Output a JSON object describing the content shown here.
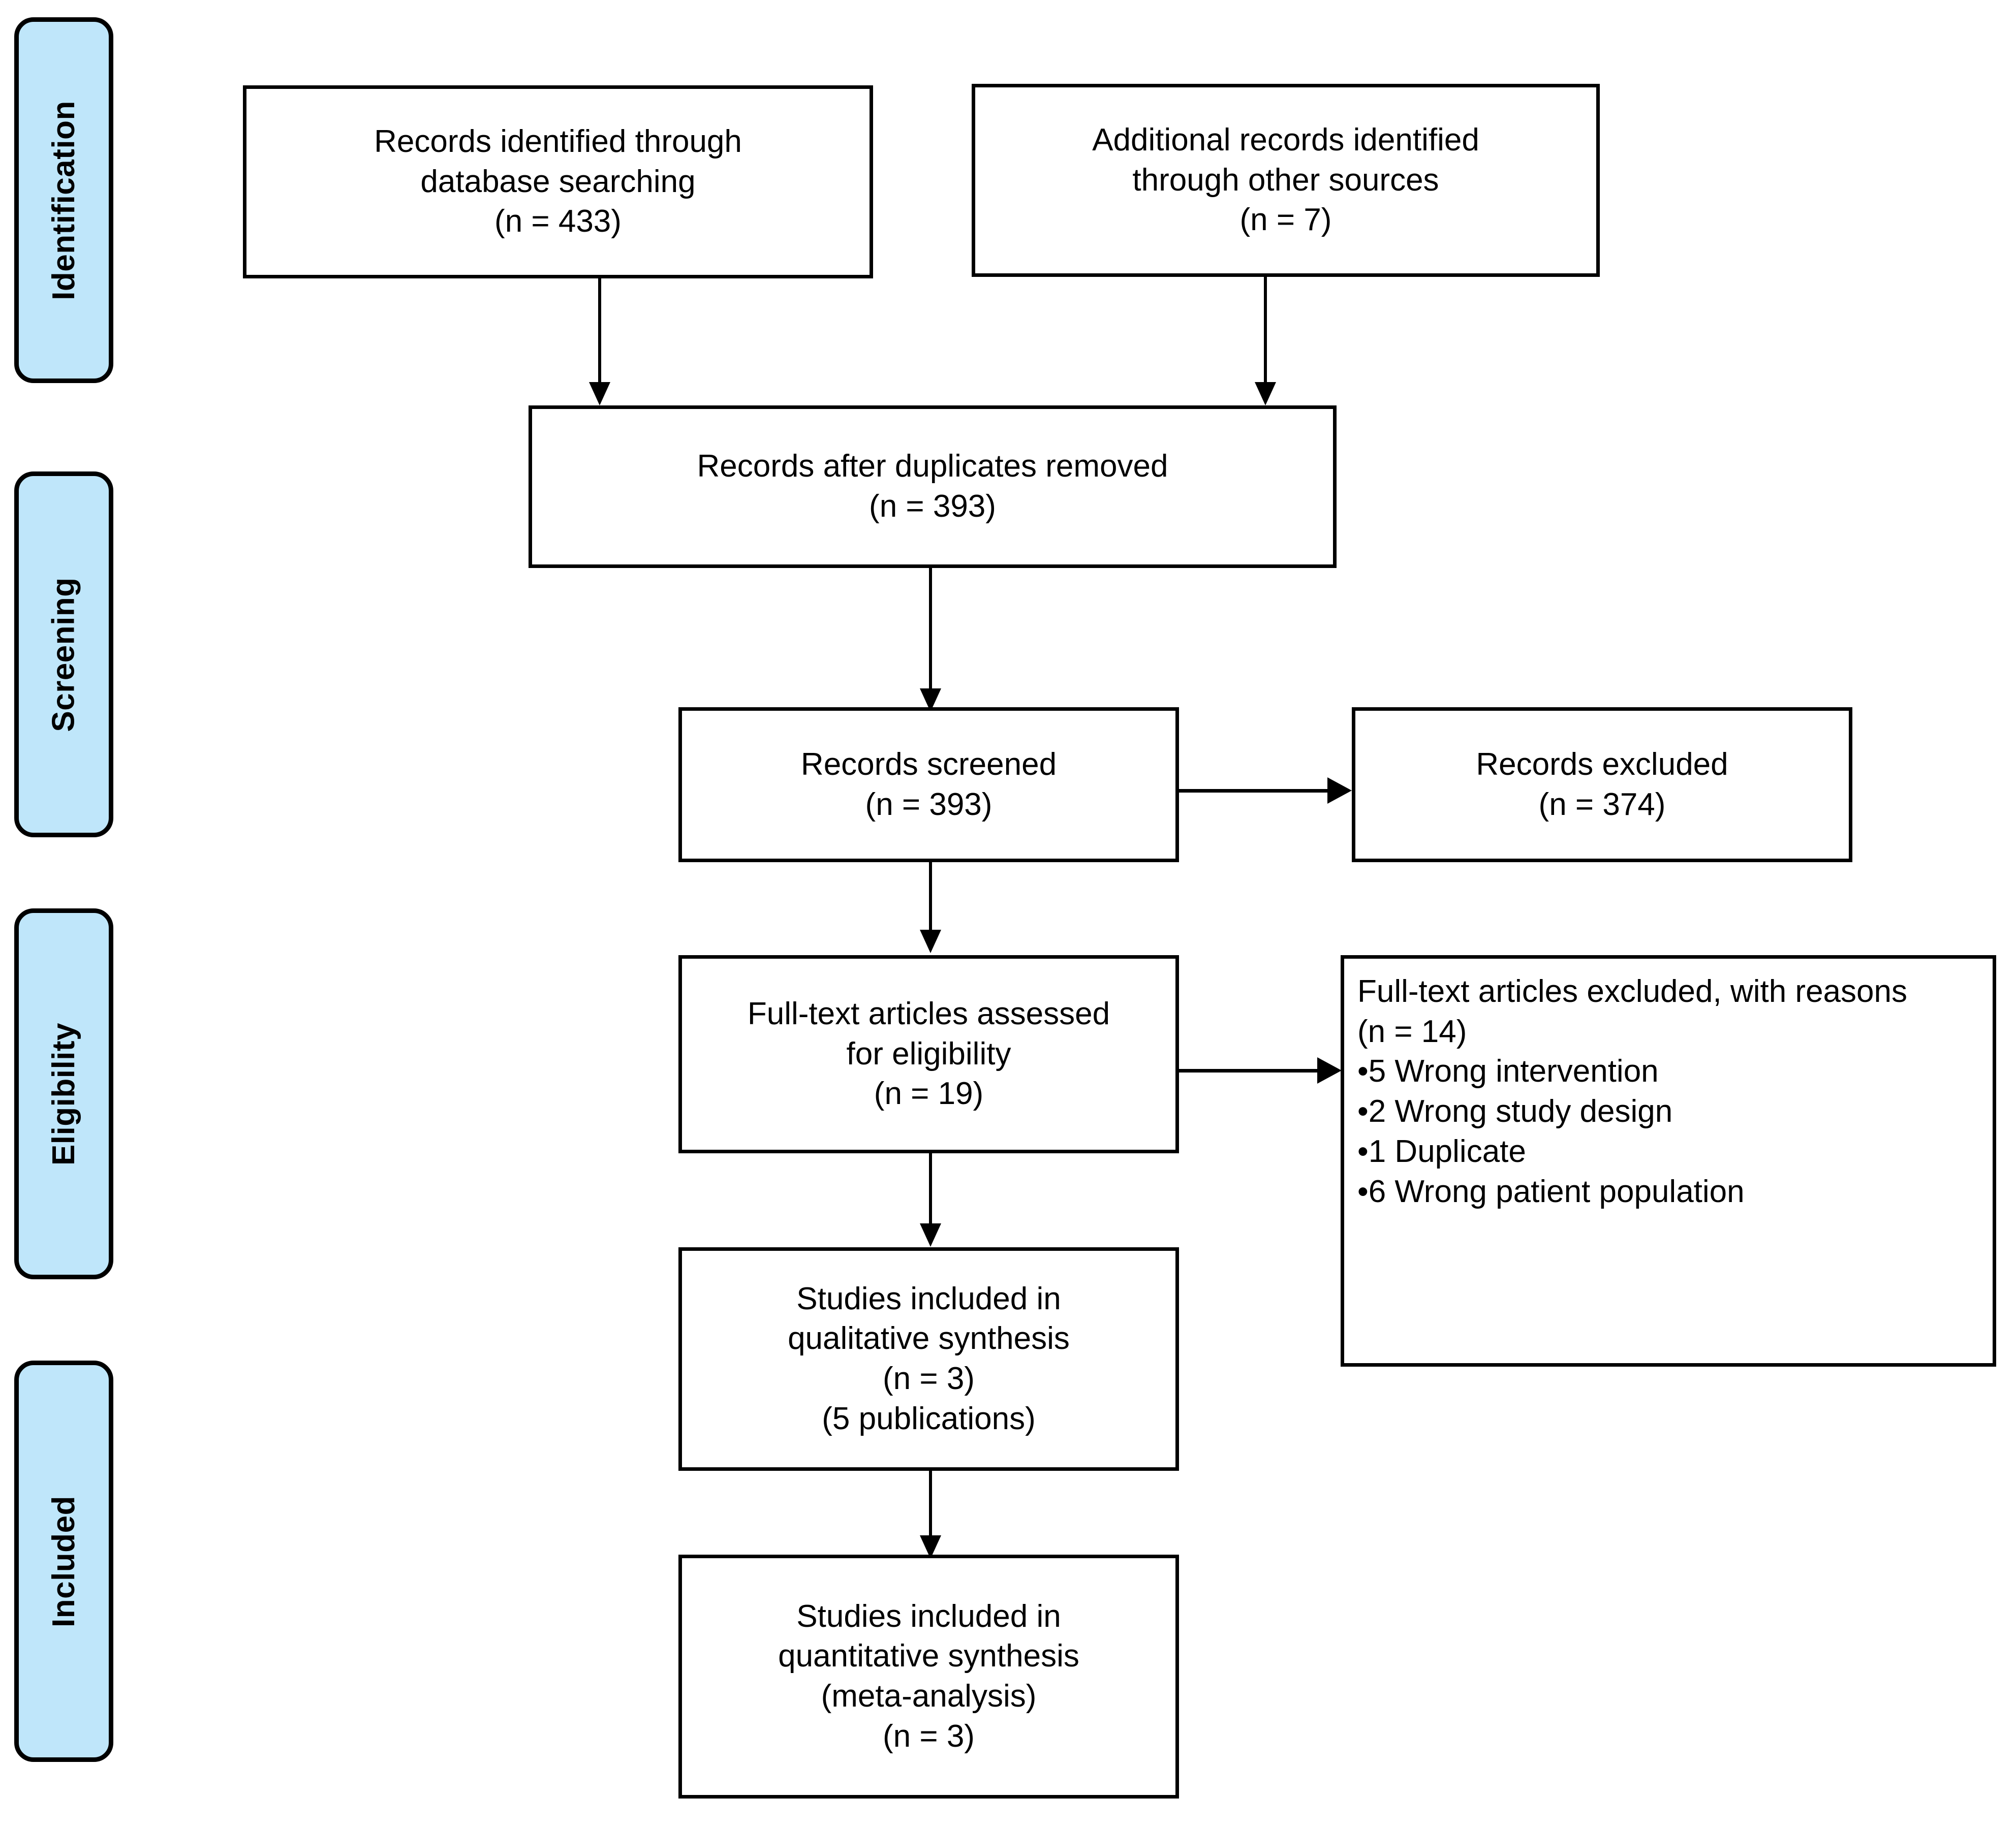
{
  "diagram": {
    "type": "prisma-flow-diagram",
    "accent_color": "#bfe6fa",
    "line_color": "#000000",
    "background_color": "#ffffff"
  },
  "phases": [
    {
      "label": "Identification"
    },
    {
      "label": "Screening"
    },
    {
      "label": "Eligibility"
    },
    {
      "label": "Included"
    }
  ],
  "boxes": {
    "db_search": {
      "lines": [
        "Records identified through",
        "database searching",
        "(n = 433)"
      ]
    },
    "other_sources": {
      "lines": [
        "Additional records identified",
        "through other sources",
        "(n = 7)"
      ]
    },
    "duplicates_removed": {
      "lines": [
        "Records after duplicates removed",
        "(n = 393)"
      ]
    },
    "records_screened": {
      "lines": [
        "Records screened",
        "(n = 393)"
      ]
    },
    "records_excluded": {
      "lines": [
        "Records excluded",
        "(n = 374)"
      ]
    },
    "fulltext_assessed": {
      "lines": [
        "Full-text articles assessed",
        "for eligibility",
        "(n = 19)"
      ]
    },
    "fulltext_excluded": {
      "heading": "Full-text articles excluded, with reasons",
      "count": "(n = 14)",
      "reasons": [
        "•5 Wrong intervention",
        "•2 Wrong study design",
        "•1 Duplicate",
        "•6 Wrong patient population"
      ]
    },
    "qualitative": {
      "lines": [
        "Studies included in",
        "qualitative synthesis",
        "(n = 3)",
        "(5 publications)"
      ]
    },
    "quantitative": {
      "lines": [
        "Studies included in",
        "quantitative synthesis",
        "(meta-analysis)",
        "(n = 3)"
      ]
    }
  }
}
